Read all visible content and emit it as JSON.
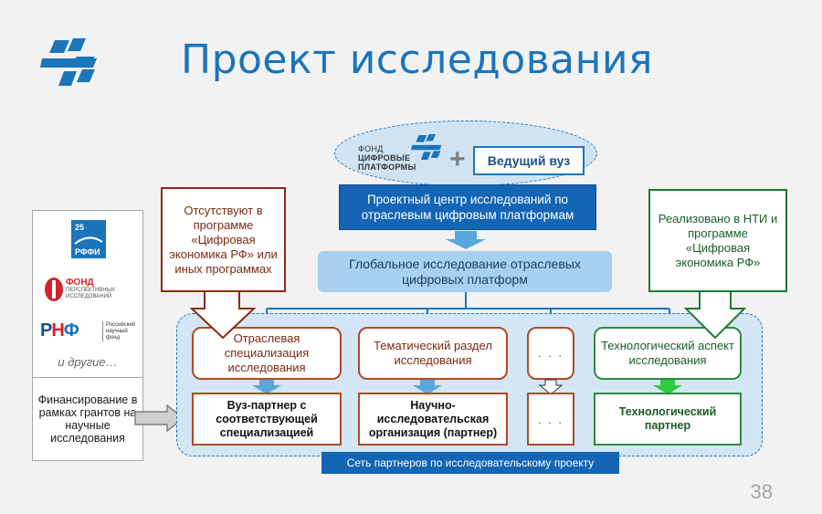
{
  "header": {
    "title": "Проект исследования",
    "page_number": "38"
  },
  "colors": {
    "brand_blue": "#1b75bb",
    "dark_blue": "#1565b5",
    "light_blue": "#a9d0ee",
    "red_border": "#b04a22",
    "green_border": "#2e8b3e"
  },
  "funding": {
    "logos": [
      {
        "name": "rffi-logo",
        "text": "25 ЛЕТ РФФИ"
      },
      {
        "name": "fond-perspektivnyh-logo",
        "text": "ФОНД ПЕРСПЕКТИВНЫХ ИССЛЕДОВАНИЙ"
      },
      {
        "name": "rnf-logo",
        "text": "РНФ Российский научный фонд"
      }
    ],
    "and_others": "и другие…",
    "description": "Финансирование в рамках грантов на научные исследования"
  },
  "top": {
    "fond_line1": "ФОНД",
    "fond_line2": "ЦИФРОВЫЕ",
    "fond_line3": "ПЛАТФОРМЫ",
    "plus": "+",
    "leading_university": "Ведущий вуз",
    "project_center": "Проектный центр исследований по отраслевым цифровым платформам",
    "global_research": "Глобальное исследование отраслевых цифровых платформ"
  },
  "callouts": {
    "absent": "Отсутствуют в программе «Цифровая экономика РФ» или иных программах",
    "implemented": "Реализовано в НТИ и программе «Цифровая экономика РФ»"
  },
  "network": {
    "label": "Сеть партнеров по исследовательскому проекту",
    "top_row": [
      "Отраслевая специализация исследования",
      "Тематический раздел исследования",
      ". . .",
      "Технологический аспект исследования"
    ],
    "bottom_row": [
      "Вуз-партнер с соответствующей специализацией",
      "Научно-исследовательская организация (партнер)",
      ". . .",
      "Технологический партнер"
    ]
  }
}
